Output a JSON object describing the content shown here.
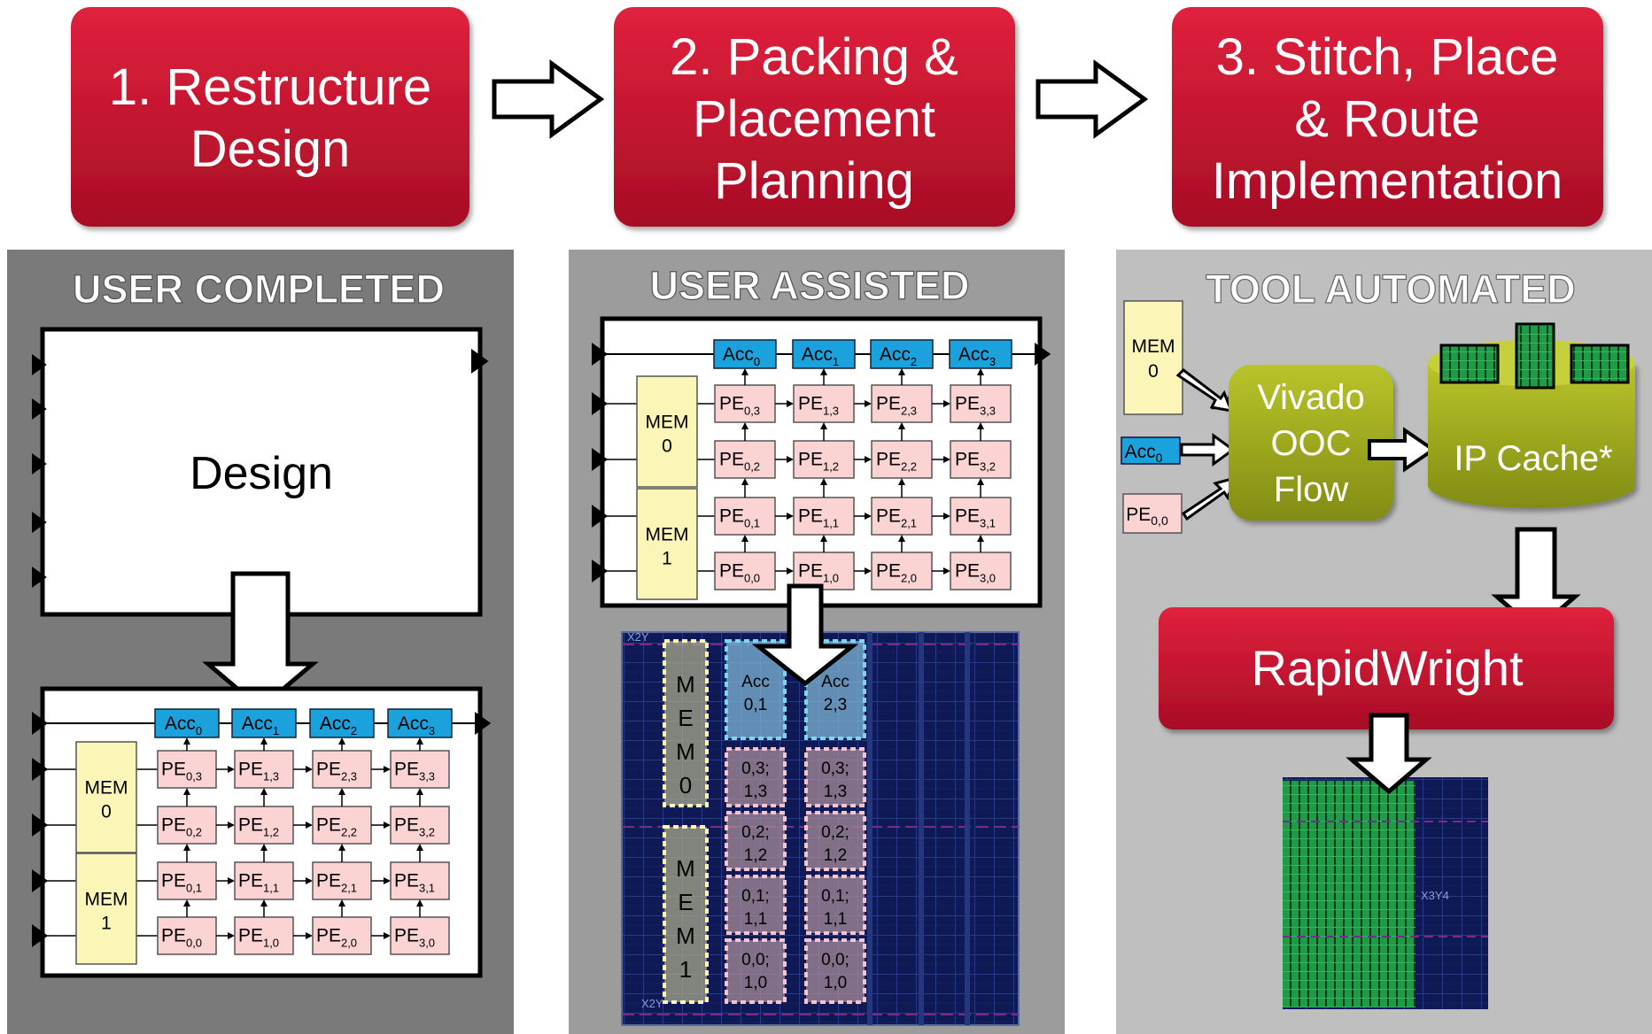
{
  "steps": {
    "step1": [
      "1. Restructure",
      "Design"
    ],
    "step2": [
      "2. Packing &",
      "Placement",
      "Planning"
    ],
    "step3": [
      "3. Stitch, Place",
      "& Route",
      "Implementation"
    ]
  },
  "panels": {
    "left_title": "USER COMPLETED",
    "mid_title": "USER ASSISTED",
    "right_title": "TOOL AUTOMATED"
  },
  "design_label": "Design",
  "grid": {
    "acc_base": "Acc",
    "acc_subs": [
      "0",
      "1",
      "2",
      "3"
    ],
    "pe_base": "PE",
    "pe_rows": [
      [
        "0,3",
        "1,3",
        "2,3",
        "3,3"
      ],
      [
        "0,2",
        "1,2",
        "2,2",
        "3,2"
      ],
      [
        "0,1",
        "1,1",
        "2,1",
        "3,1"
      ],
      [
        "0,0",
        "1,0",
        "2,0",
        "3,0"
      ]
    ],
    "mem": [
      [
        "MEM",
        "0"
      ],
      [
        "MEM",
        "1"
      ]
    ]
  },
  "floorplan": {
    "mem0_letters": [
      "M",
      "E",
      "M",
      "0"
    ],
    "mem1_letters": [
      "M",
      "E",
      "M",
      "1"
    ],
    "col1": [
      [
        "Acc",
        "0,1"
      ],
      [
        "0,3;",
        "1,3"
      ],
      [
        "0,2;",
        "1,2"
      ],
      [
        "0,1;",
        "1,1"
      ],
      [
        "0,0;",
        "1,0"
      ]
    ],
    "col2": [
      [
        "Acc",
        "2,3"
      ],
      [
        "0,3;",
        "1,3"
      ],
      [
        "0,2;",
        "1,2"
      ],
      [
        "0,1;",
        "1,1"
      ],
      [
        "0,0;",
        "1,0"
      ]
    ],
    "corner_top": "X2Y",
    "corner_bottom": "X2Y"
  },
  "automated": {
    "mem": [
      "MEM",
      "0"
    ],
    "acc_base": "Acc",
    "acc_sub": "0",
    "pe_base": "PE",
    "pe_sub": "0,0",
    "vivado": [
      "Vivado",
      "OOC",
      "Flow"
    ],
    "ip_cache": "IP Cache*",
    "rapidwright": "RapidWright",
    "final_label": "X3Y4"
  },
  "colors": {
    "step_red": "#c8102e",
    "panel_dark": "#7a7a7a",
    "panel_mid": "#9c9c9c",
    "panel_light": "#bfbfbf",
    "acc_blue": "#1ba1dc",
    "pe_pink": "#fbd3d3",
    "mem_yellow": "#fbf5b8",
    "olive": "#9aa51b",
    "fpga_green": "#1f9a47"
  }
}
